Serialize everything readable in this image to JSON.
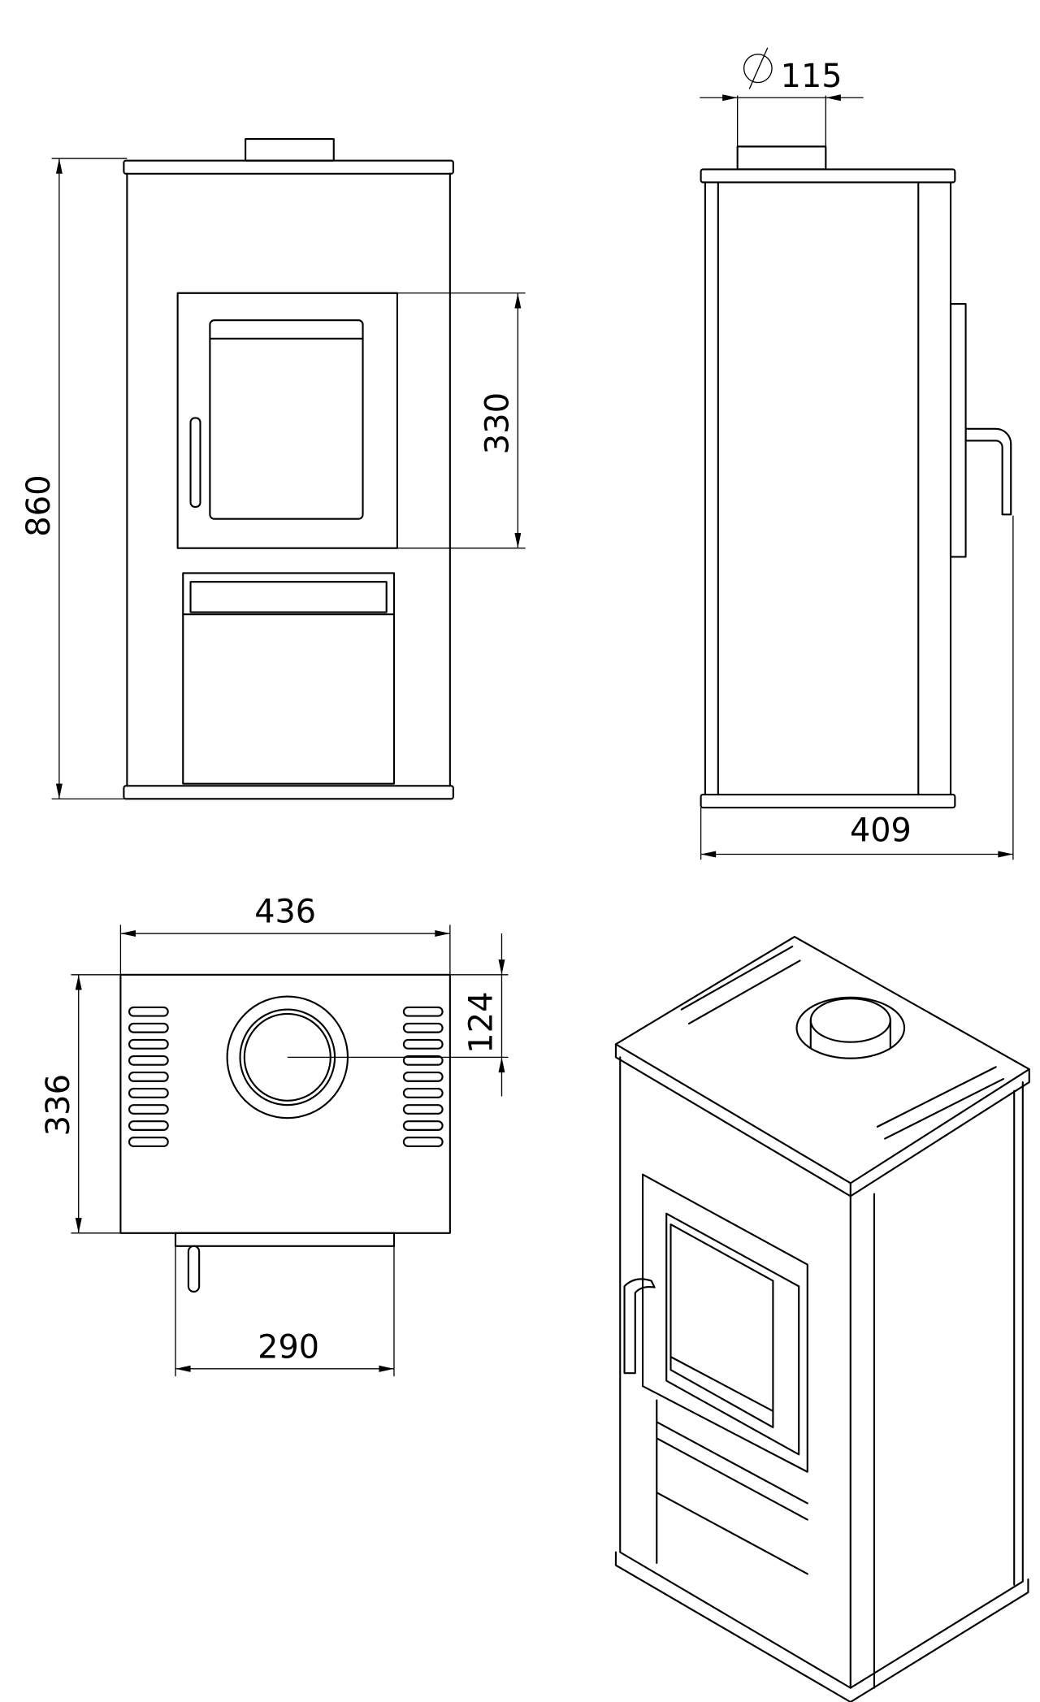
{
  "dimensions": {
    "height": "860",
    "door_height": "330",
    "flue_diameter": "115",
    "flue_symbol": "∅",
    "depth": "409",
    "width": "436",
    "top_depth": "336",
    "flue_offset": "124",
    "base_width": "290"
  },
  "colors": {
    "line": "#000000",
    "background": "#ffffff"
  }
}
